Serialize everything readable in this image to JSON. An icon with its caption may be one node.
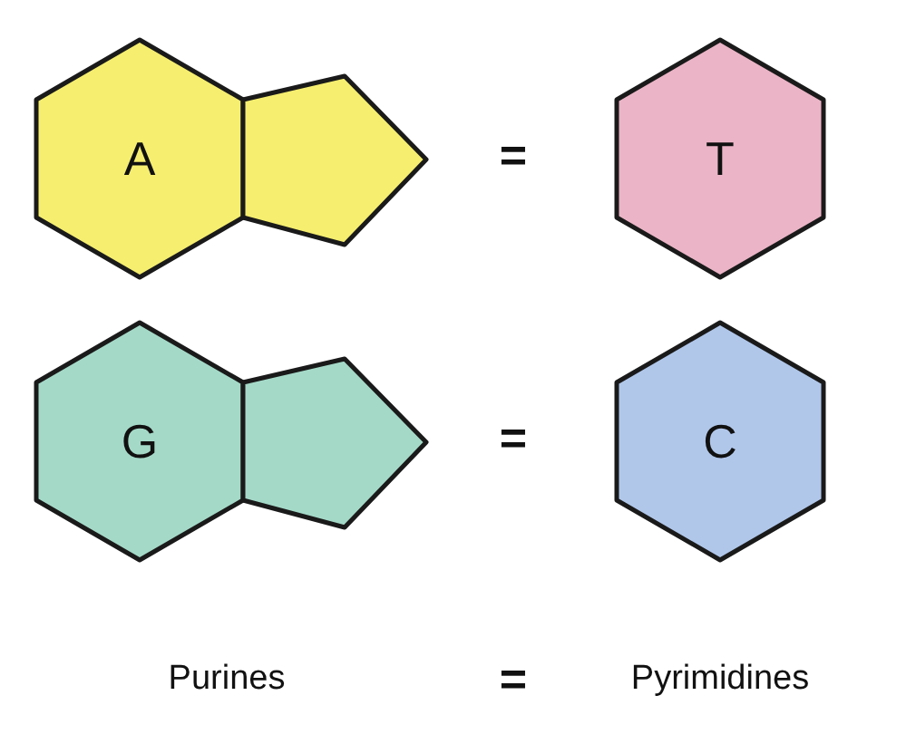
{
  "diagram": {
    "nodes": [
      {
        "text": [
          "A"
        ]
      },
      {
        "text": [
          "T"
        ]
      },
      {
        "text": [
          "G"
        ]
      },
      {
        "text": [
          "C"
        ]
      }
    ],
    "edges": [],
    "labels": [
      "=",
      "=",
      "Purines",
      "=",
      "Pyrimidines"
    ]
  }
}
